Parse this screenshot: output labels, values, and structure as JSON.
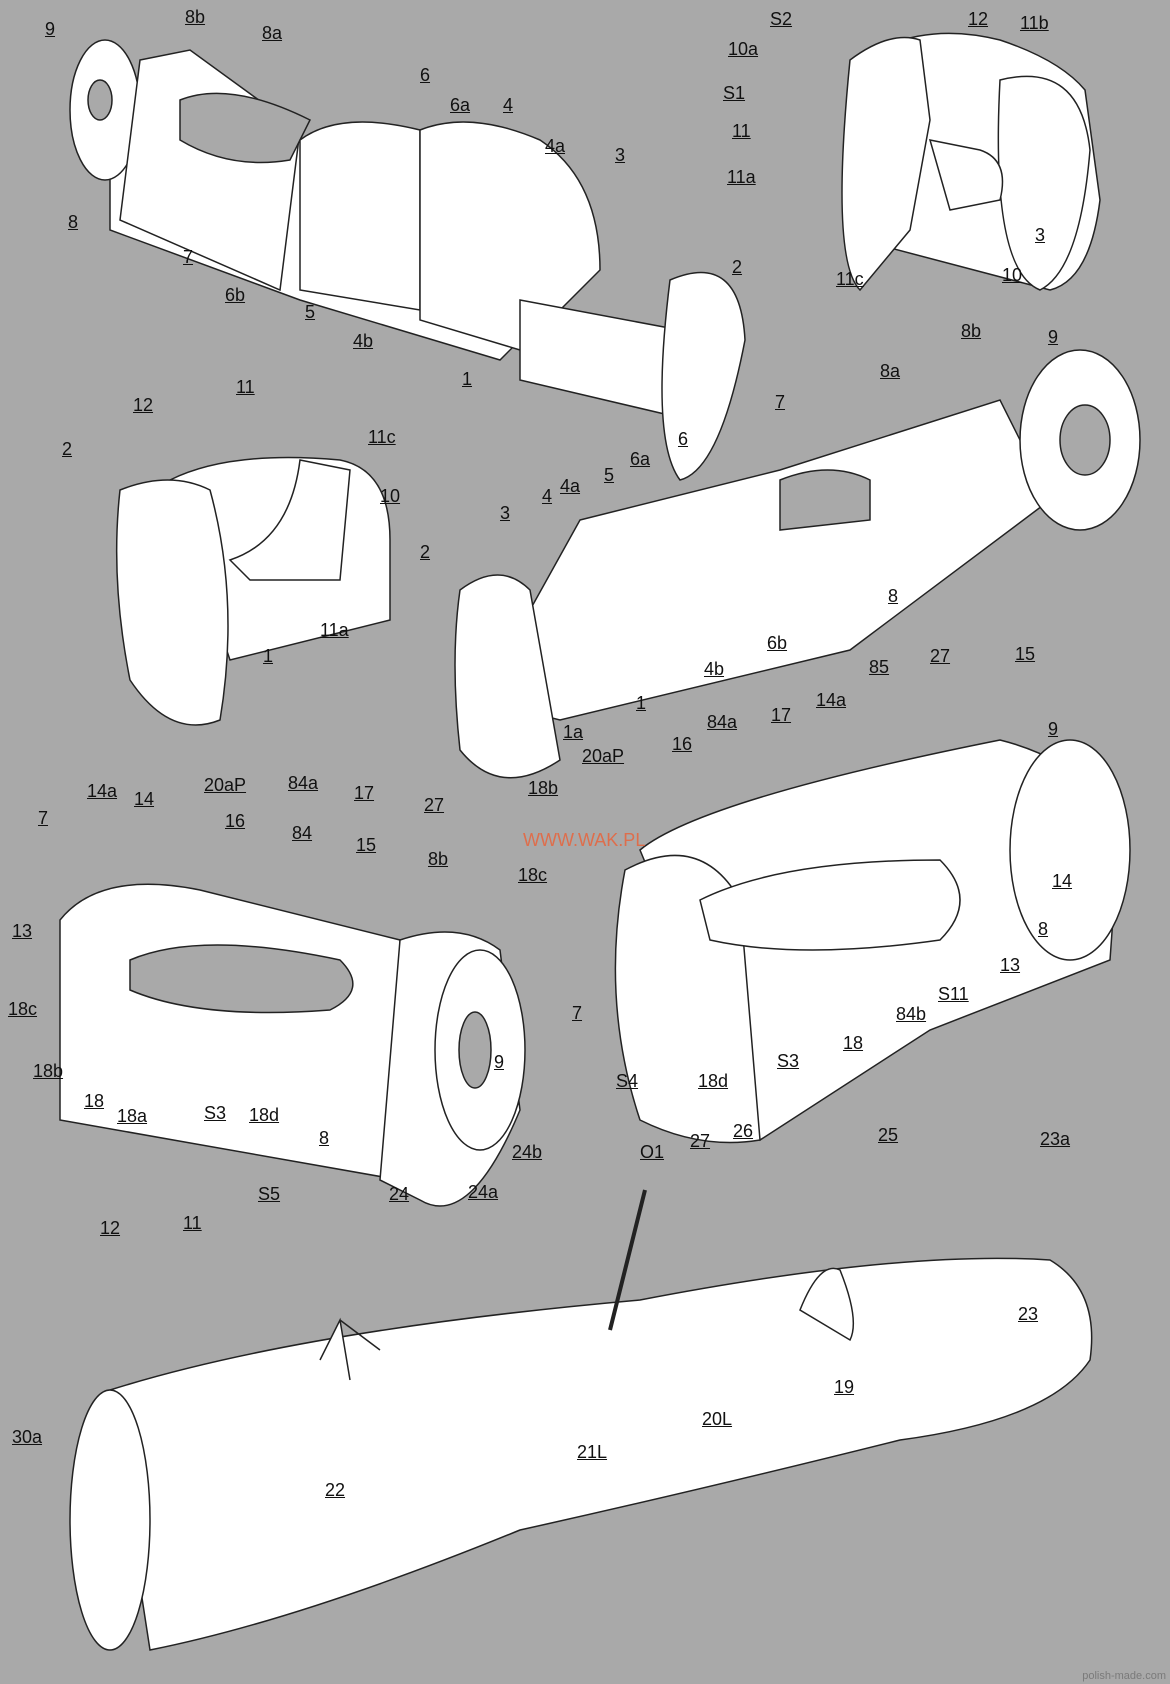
{
  "labels": [
    "9",
    "8b",
    "8a",
    "6",
    "6a",
    "4",
    "4a",
    "3",
    "2",
    "1",
    "4b",
    "5",
    "6b",
    "7",
    "8",
    "S2",
    "12",
    "11b",
    "10a",
    "S1",
    "11",
    "11a",
    "11c",
    "10",
    "3",
    "11",
    "12",
    "2",
    "11c",
    "10",
    "11a",
    "1",
    "8b",
    "9",
    "8a",
    "7",
    "6",
    "6a",
    "5",
    "4a",
    "4",
    "3",
    "2",
    "8",
    "6b",
    "4b",
    "1",
    "1a",
    "85",
    "27",
    "15",
    "14a",
    "84a",
    "17",
    "16",
    "20aP",
    "9",
    "18b",
    "14",
    "18c",
    "8",
    "13",
    "S11",
    "7",
    "84b",
    "18",
    "S3",
    "18d",
    "14a",
    "14",
    "20aP",
    "84a",
    "17",
    "16",
    "84",
    "15",
    "27",
    "7",
    "8b",
    "13",
    "18c",
    "18b",
    "18",
    "18a",
    "S3",
    "18d",
    "9",
    "8",
    "S4",
    "24b",
    "O1",
    "27",
    "26",
    "25",
    "23a",
    "S5",
    "24",
    "24a",
    "12",
    "11",
    "23",
    "19",
    "20L",
    "21L",
    "22",
    "30a"
  ],
  "watermark": "WWW.WAK.PL",
  "credit": "polish-made.com"
}
